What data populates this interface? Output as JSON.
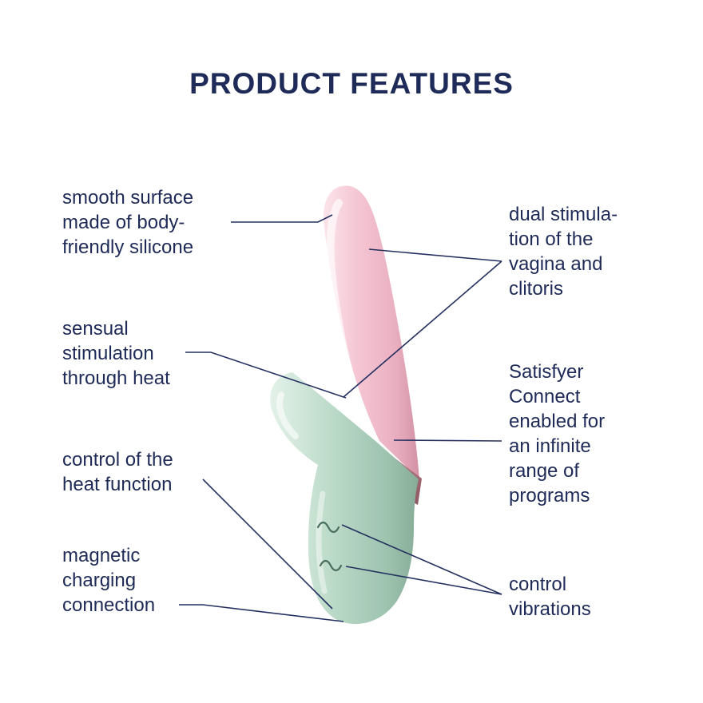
{
  "title": "PRODUCT FEATURES",
  "labels": {
    "smooth_surface": "smooth surface\nmade of body-\nfriendly silicone",
    "sensual_heat": "sensual\nstimulation\nthrough heat",
    "heat_control": "control of the\nheat function",
    "magnetic_charging": "magnetic\ncharging\nconnection",
    "dual_stimulation": "dual stimula-\ntion of the\nvagina and\nclitoris",
    "satisfyer_connect": "Satisfyer\nConnect\nenabled for\nan infinite\nrange of\nprograms",
    "control_vibrations": "control\nvibrations"
  },
  "colors": {
    "text_navy": "#1e2a57",
    "line_navy": "#24305f",
    "silicone_pink": "#f3c6d2",
    "silicone_green": "#b9d6c6",
    "rose_gold_band": "#b87f87",
    "background": "#ffffff"
  },
  "icons": {
    "vibration_buttons": "wave-icon"
  }
}
